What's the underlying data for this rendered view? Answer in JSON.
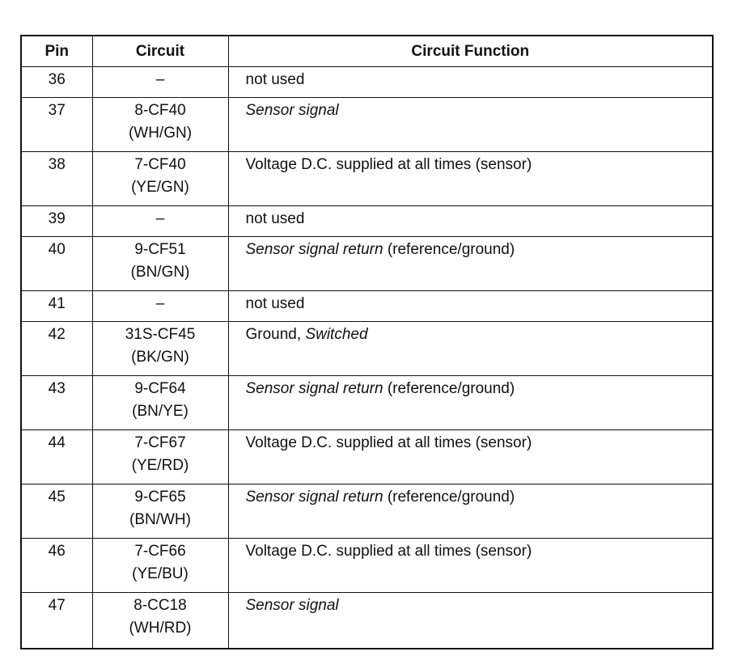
{
  "table": {
    "headers": {
      "pin": "Pin",
      "circuit": "Circuit",
      "function": "Circuit Function"
    },
    "rows": [
      {
        "pin": "36",
        "circuit": "–",
        "color": "",
        "function": "not used",
        "function_italic": "",
        "function_rest": ""
      },
      {
        "pin": "37",
        "circuit": "8-CF40",
        "color": "(WH/GN)",
        "function": "",
        "function_italic": "Sensor signal",
        "function_rest": ""
      },
      {
        "pin": "38",
        "circuit": "7-CF40",
        "color": "(YE/GN)",
        "function": "Voltage D.C. supplied at all times (sensor)",
        "function_italic": "",
        "function_rest": ""
      },
      {
        "pin": "39",
        "circuit": "–",
        "color": "",
        "function": "not used",
        "function_italic": "",
        "function_rest": ""
      },
      {
        "pin": "40",
        "circuit": "9-CF51",
        "color": "(BN/GN)",
        "function": "",
        "function_italic": "Sensor signal return",
        "function_rest": " (reference/ground)"
      },
      {
        "pin": "41",
        "circuit": "–",
        "color": "",
        "function": "not used",
        "function_italic": "",
        "function_rest": ""
      },
      {
        "pin": "42",
        "circuit": "31S-CF45",
        "color": "(BK/GN)",
        "function": "Ground, ",
        "function_italic": "Switched",
        "function_rest": ""
      },
      {
        "pin": "43",
        "circuit": "9-CF64",
        "color": "(BN/YE)",
        "function": "",
        "function_italic": "Sensor signal return",
        "function_rest": " (reference/ground)"
      },
      {
        "pin": "44",
        "circuit": "7-CF67",
        "color": "(YE/RD)",
        "function": "Voltage D.C. supplied at all times (sensor)",
        "function_italic": "",
        "function_rest": ""
      },
      {
        "pin": "45",
        "circuit": "9-CF65",
        "color": "(BN/WH)",
        "function": "",
        "function_italic": "Sensor signal return",
        "function_rest": " (reference/ground)"
      },
      {
        "pin": "46",
        "circuit": "7-CF66",
        "color": "(YE/BU)",
        "function": "Voltage D.C. supplied at all times (sensor)",
        "function_italic": "",
        "function_rest": ""
      },
      {
        "pin": "47",
        "circuit": "8-CC18",
        "color": "(WH/RD)",
        "function": "",
        "function_italic": "Sensor signal",
        "function_rest": ""
      }
    ]
  }
}
